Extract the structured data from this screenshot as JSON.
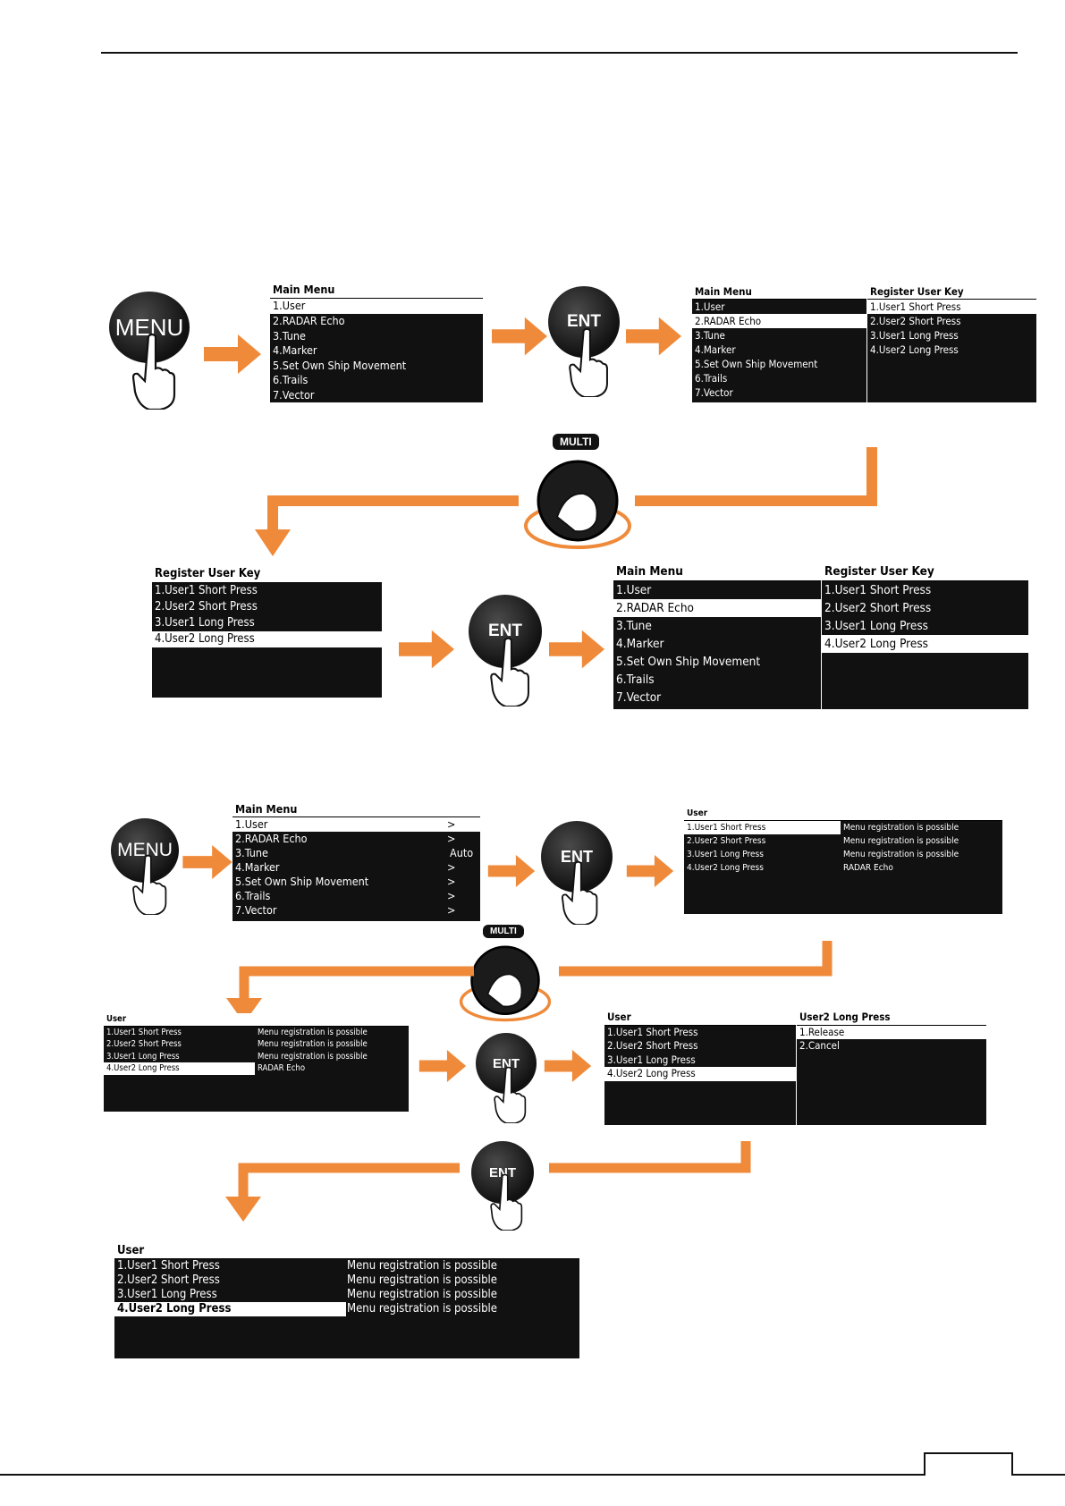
{
  "buttons": {
    "menu": "MENU",
    "ent": "ENT",
    "multi": "MULTI"
  },
  "flow1": {
    "main_menu": {
      "title": "Main Menu",
      "items": [
        "1.User",
        "2.RADAR Echo",
        "3.Tune",
        "4.Marker",
        "5.Set Own Ship Movement",
        "6.Trails",
        "7.Vector"
      ]
    },
    "register_key": {
      "title": "Register User Key",
      "items": [
        "1.User1 Short Press",
        "2.User2 Short Press",
        "3.User1 Long Press",
        "4.User2 Long Press"
      ]
    }
  },
  "flow2": {
    "main_menu": {
      "title": "Main Menu",
      "items": [
        {
          "label": "1.User",
          "value": ">"
        },
        {
          "label": "2.RADAR Echo",
          "value": ">"
        },
        {
          "label": "3.Tune",
          "value": "Auto"
        },
        {
          "label": "4.Marker",
          "value": ">"
        },
        {
          "label": "5.Set Own Ship Movement",
          "value": ">"
        },
        {
          "label": "6.Trails",
          "value": ">"
        },
        {
          "label": "7.Vector",
          "value": ">"
        }
      ]
    },
    "user_menu": {
      "title": "User",
      "items": [
        {
          "label": "1.User1 Short Press",
          "value": "Menu registration is possible"
        },
        {
          "label": "2.User2 Short Press",
          "value": "Menu registration is possible"
        },
        {
          "label": "3.User1 Long Press",
          "value": "Menu registration is possible"
        },
        {
          "label": "4.User2 Long Press",
          "value": "RADAR Echo"
        }
      ]
    },
    "user_menu_short": {
      "title": "User",
      "items": [
        "1.User1 Short Press",
        "2.User2 Short Press",
        "3.User1 Long Press",
        "4.User2 Long Press"
      ]
    },
    "release_menu": {
      "title": "User2 Long Press",
      "items": [
        "1.Release",
        "2.Cancel"
      ]
    },
    "final_menu": {
      "title": "User",
      "items": [
        {
          "label": "1.User1 Short Press",
          "value": "Menu registration is possible"
        },
        {
          "label": "2.User2 Short Press",
          "value": "Menu registration is possible"
        },
        {
          "label": "3.User1 Long Press",
          "value": "Menu registration is possible"
        },
        {
          "label": "4.User2 Long Press",
          "value": "Menu registration is possible"
        }
      ]
    }
  },
  "colors": {
    "arrow": "#ef8a3a",
    "screen_bg": "#111111",
    "highlight": "#ffffff"
  }
}
